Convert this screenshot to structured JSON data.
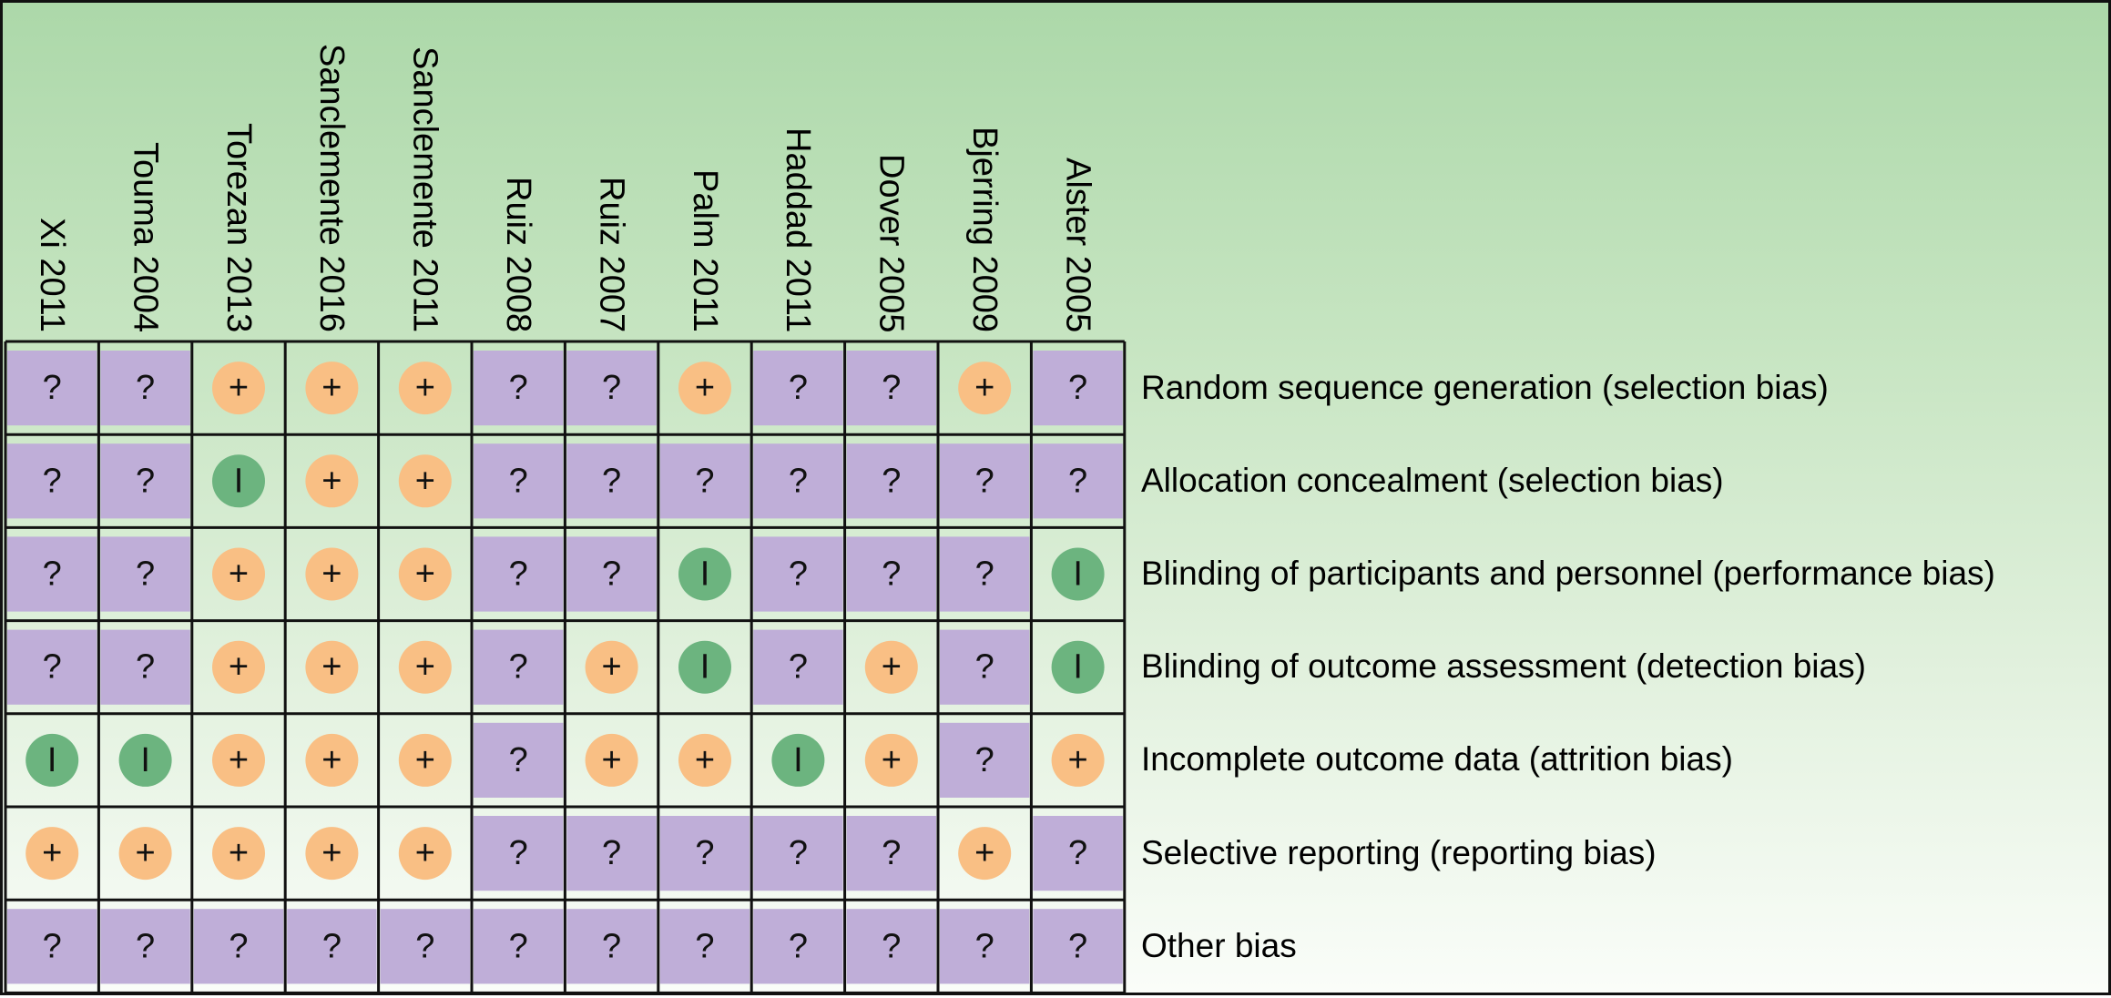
{
  "studies": [
    "Xi  2011",
    "Touma  2004",
    "Torezan  2013",
    "Sanclemente  2016",
    "Sanclemente  2011",
    "Ruiz 2008",
    "Ruiz 2007",
    "Palm 2011",
    "Haddad 2011",
    "Dover 2005",
    "Bjerring 2009",
    "Alster 2005"
  ],
  "domains": [
    "Random sequence generation (selection bias)",
    "Allocation concealment (selection bias)",
    "Blinding of participants and personnel  (performance bias)",
    "Blinding of outcome assessment  (detection bias)",
    "Incomplete outcome data  (attrition bias)",
    "Selective reporting  (reporting bias)",
    "Other bias"
  ],
  "symbols": {
    "low": "+",
    "unclear": "?",
    "high": "I"
  },
  "colors": {
    "low": "#f9bf84",
    "unclear": "#bfaed8",
    "high": "#6cb47f",
    "grid": "#111111"
  },
  "judgements": [
    [
      "unclear",
      "unclear",
      "low",
      "low",
      "low",
      "unclear",
      "unclear",
      "low",
      "unclear",
      "unclear",
      "low",
      "unclear"
    ],
    [
      "unclear",
      "unclear",
      "high",
      "low",
      "low",
      "unclear",
      "unclear",
      "unclear",
      "unclear",
      "unclear",
      "unclear",
      "unclear"
    ],
    [
      "unclear",
      "unclear",
      "low",
      "low",
      "low",
      "unclear",
      "unclear",
      "high",
      "unclear",
      "unclear",
      "unclear",
      "high"
    ],
    [
      "unclear",
      "unclear",
      "low",
      "low",
      "low",
      "unclear",
      "low",
      "high",
      "unclear",
      "low",
      "unclear",
      "high"
    ],
    [
      "high",
      "high",
      "low",
      "low",
      "low",
      "unclear",
      "low",
      "low",
      "high",
      "low",
      "unclear",
      "low"
    ],
    [
      "low",
      "low",
      "low",
      "low",
      "low",
      "unclear",
      "unclear",
      "unclear",
      "unclear",
      "unclear",
      "low",
      "unclear"
    ],
    [
      "unclear",
      "unclear",
      "unclear",
      "unclear",
      "unclear",
      "unclear",
      "unclear",
      "unclear",
      "unclear",
      "unclear",
      "unclear",
      "unclear"
    ]
  ]
}
